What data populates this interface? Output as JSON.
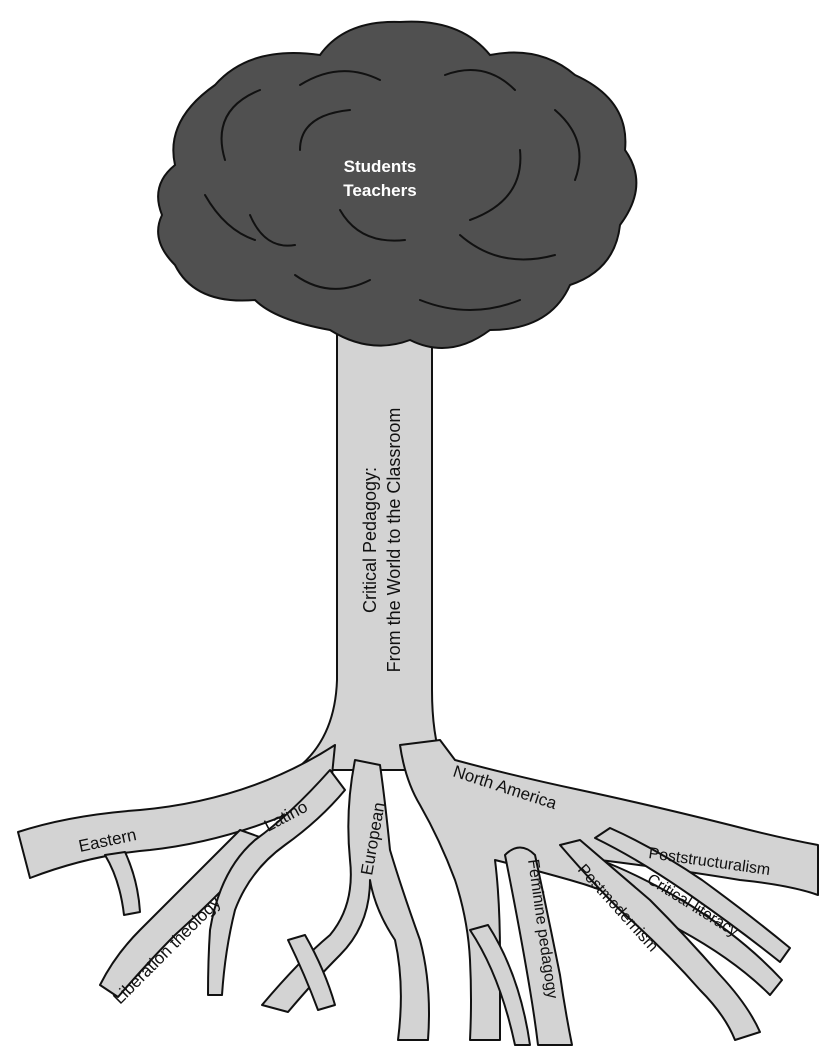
{
  "cloud": {
    "line1": "Students",
    "line2": "Teachers"
  },
  "trunk": {
    "line1": "Critical Pedagogy:",
    "line2": "From the World to the Classroom"
  },
  "roots": {
    "eastern": "Eastern",
    "liberation_theology": "Liberation theology",
    "latino": "Latino",
    "european": "European",
    "north_america": "North America",
    "feminine_pedagogy": "Feminine pedagogy",
    "postmodernism": "Postmodernism",
    "critical_literacy": "Critical literacy",
    "poststructuralism": "Poststructuralism"
  },
  "colors": {
    "cloud_fill": "#505050",
    "tree_fill": "#d3d3d3",
    "outline": "#111111"
  }
}
